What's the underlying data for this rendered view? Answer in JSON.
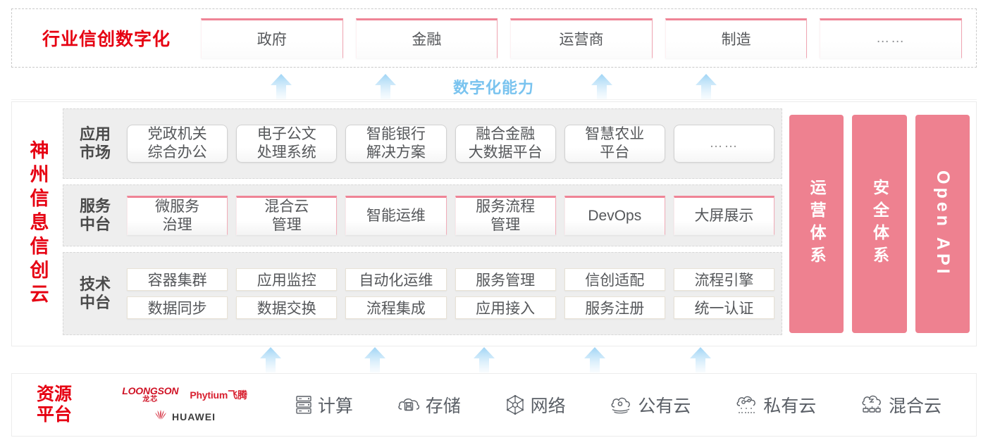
{
  "industry": {
    "title": "行业信创数字化",
    "cards": [
      {
        "label": "政府"
      },
      {
        "label": "金融"
      },
      {
        "label": "运营商"
      },
      {
        "label": "制造"
      },
      {
        "label": "……"
      }
    ]
  },
  "capability": {
    "label": "数字化能力",
    "arrow_count_top": 4,
    "arrow_count_bottom": 5
  },
  "cloud": {
    "title": "神州信息信创云",
    "layers": [
      {
        "label": "应用\n市场",
        "label_line1": "应用",
        "label_line2": "市场",
        "cards": [
          "党政机关\n综合办公",
          "电子公文\n处理系统",
          "智能银行\n解决方案",
          "融合金融\n大数据平台",
          "智慧农业\n平台",
          "……"
        ]
      },
      {
        "label_line1": "服务",
        "label_line2": "中台",
        "cards": [
          "微服务\n治理",
          "混合云\n管理",
          "智能运维",
          "服务流程\n管理",
          "DevOps",
          "大屏展示"
        ]
      },
      {
        "label_line1": "技术",
        "label_line2": "中台",
        "row1": [
          "容器集群",
          "应用监控",
          "自动化运维",
          "服务管理",
          "信创适配",
          "流程引擎"
        ],
        "row2": [
          "数据同步",
          "数据交换",
          "流程集成",
          "应用接入",
          "服务注册",
          "统一认证"
        ]
      }
    ],
    "pillars": [
      {
        "label": "运营体系",
        "latin": false
      },
      {
        "label": "安全体系",
        "latin": false
      },
      {
        "label": "Open API",
        "latin": true
      }
    ]
  },
  "resource": {
    "title_line1": "资源",
    "title_line2": "平台",
    "vendors": [
      {
        "name": "LOONGSON",
        "cn": "龙芯",
        "type": "loongson"
      },
      {
        "name": "Phytium飞腾",
        "type": "phytium"
      },
      {
        "name": "HUAWEI",
        "type": "huawei"
      }
    ],
    "items": [
      {
        "label": "计算",
        "icon": "server-icon"
      },
      {
        "label": "存储",
        "icon": "storage-cloud-icon"
      },
      {
        "label": "网络",
        "icon": "network-icon"
      },
      {
        "label": "公有云",
        "icon": "public-cloud-icon"
      },
      {
        "label": "私有云",
        "icon": "private-cloud-icon"
      },
      {
        "label": "混合云",
        "icon": "hybrid-cloud-icon"
      }
    ]
  },
  "colors": {
    "brand_red": "#e60012",
    "pillar_pink": "#ee8190",
    "card_accent": "#ef8496",
    "capability_blue": "#79c3ef",
    "layer_bg": "#eeeeee"
  }
}
